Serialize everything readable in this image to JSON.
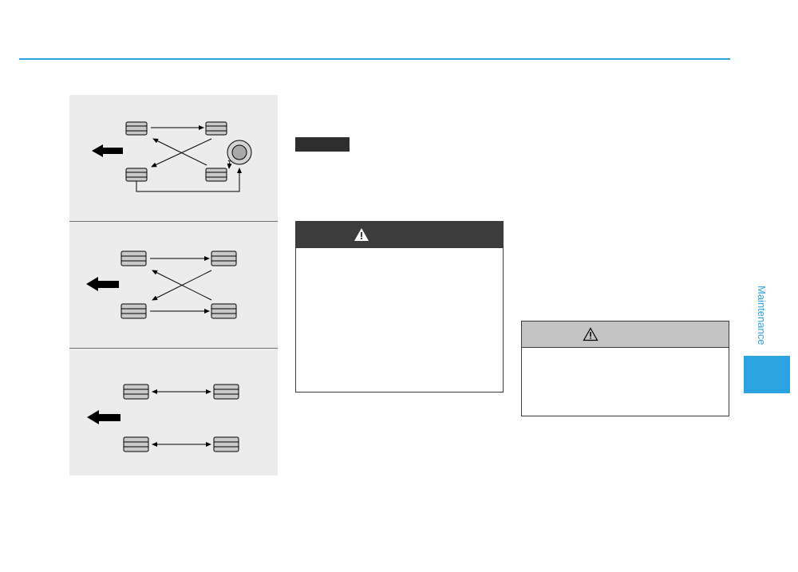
{
  "section_tab": {
    "label": "Maintenance"
  },
  "colors": {
    "accent": "#2aa3e0",
    "panel_bg": "#ececec",
    "warning_header": "#3c3c3c",
    "caution_header": "#c4c4c4",
    "tag": "#2e2e2e"
  },
  "diagrams": [
    {
      "pattern": "cross-rotation-with-spare",
      "icons": [
        "tire-icon",
        "spare-tire-icon",
        "front-arrow-icon"
      ]
    },
    {
      "pattern": "cross-rotation",
      "icons": [
        "tire-icon",
        "front-arrow-icon"
      ]
    },
    {
      "pattern": "side-to-side-rotation",
      "icons": [
        "tire-icon",
        "front-arrow-icon"
      ]
    }
  ],
  "warning_box": {
    "icon": "warning-triangle-icon",
    "title": "",
    "body": ""
  },
  "caution_box": {
    "icon": "caution-triangle-icon",
    "title": "",
    "body": ""
  }
}
